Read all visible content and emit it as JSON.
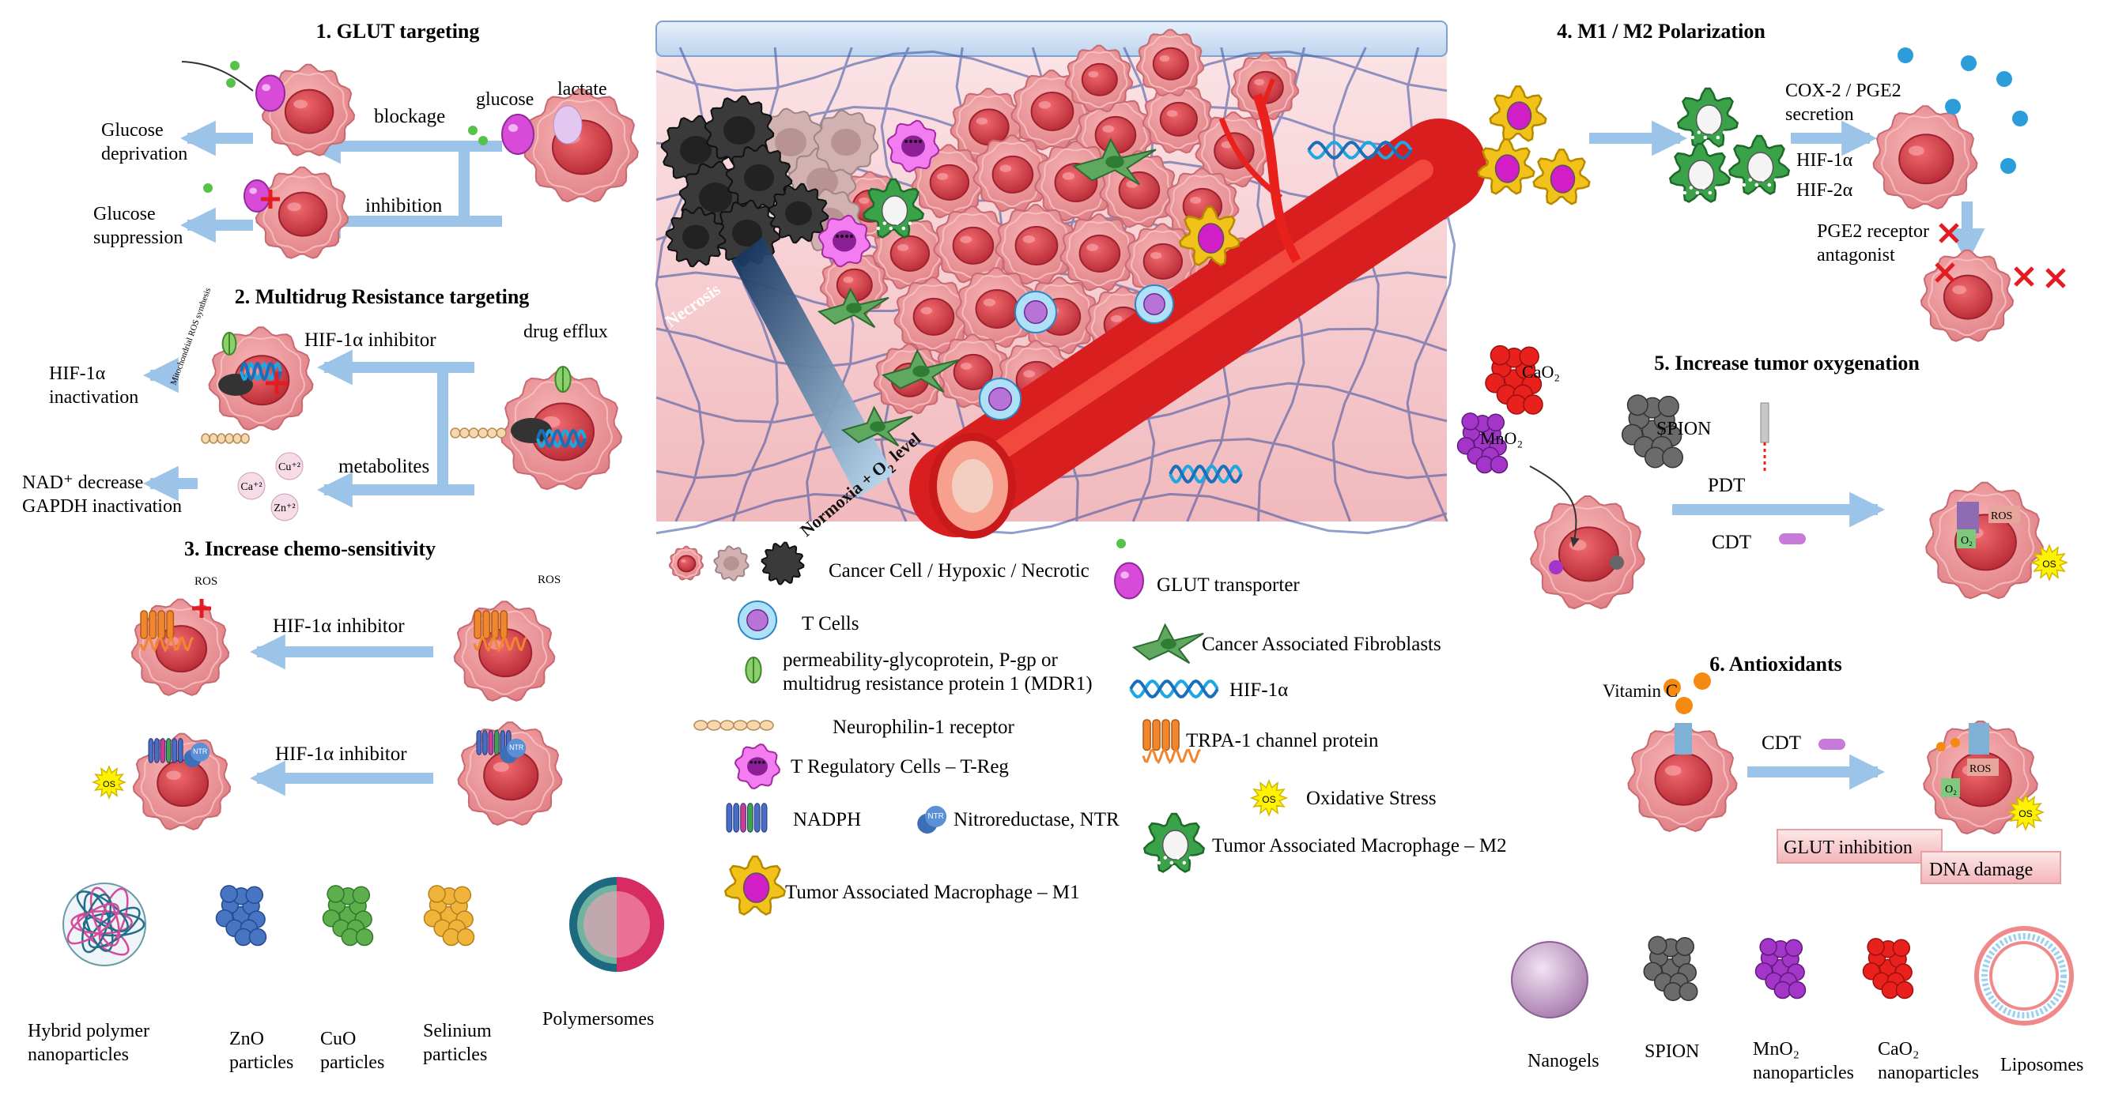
{
  "colors": {
    "cell": "#e98a8f",
    "nucleus": "#d94a55",
    "arrow": "#9cc3e8",
    "vessel": "#e8211d",
    "necrotic": "#333333",
    "hypoxic": "#c7a8a8",
    "mesh": "#3a4fa0",
    "glut": "#d84bd8",
    "m2": "#3aa34a",
    "m1": "#f2c21b",
    "tcell": "#5fa7dc",
    "caf": "#4f9a52",
    "pink_box": "#f7c9cc"
  },
  "panel1": {
    "title": "1. GLUT targeting",
    "blockage": "blockage",
    "inhibition": "inhibition",
    "glucose": "glucose",
    "lactate": "lactate",
    "out1": "Glucose\ndeprivation",
    "out2": "Glucose\nsuppression"
  },
  "panel2": {
    "title": "2. Multidrug Resistance targeting",
    "inhibitor": "HIF-1α inhibitor",
    "efflux": "drug efflux",
    "metabolites": "metabolites",
    "out1": "HIF-1α\ninactivation",
    "out2": "NAD⁺ decrease\nGAPDH inactivation",
    "mito": "Mitochondrial\nROS synthesis",
    "cu": "Cu⁺²",
    "ca": "Ca⁺²",
    "zn": "Zn⁺²"
  },
  "panel3": {
    "title": "3. Increase chemo-sensitivity",
    "inhibitor1": "HIF-1α inhibitor",
    "inhibitor2": "HIF-1α inhibitor",
    "ros": "ROS",
    "os": "OS"
  },
  "panel4": {
    "title": "4. M1 / M2 Polarization",
    "secretion": "COX-2 / PGE2\nsecretion",
    "hif1": "HIF-1α",
    "hif2": "HIF-2α",
    "antagonist": "PGE2 receptor\nantagonist"
  },
  "panel5": {
    "title": "5. Increase tumor oxygenation",
    "cao2": "CaO₂",
    "mno2": "MnO₂",
    "spion": "SPION",
    "pdt": "PDT",
    "cdt": "CDT",
    "ros": "ROS",
    "o2": "O₂",
    "os": "OS"
  },
  "panel6": {
    "title": "6. Antioxidants",
    "vitc": "Vitamin C",
    "cdt": "CDT",
    "ros": "ROS",
    "o2": "O₂",
    "os": "OS",
    "glut_inh": "GLUT inhibition",
    "dna": "DNA damage"
  },
  "center": {
    "necrosis": "Necrosis",
    "normoxia": "Normoxia + O₂ level"
  },
  "legend": {
    "cancer": "Cancer Cell / Hypoxic / Necrotic",
    "glut": "GLUT transporter",
    "tcells": "T Cells",
    "caf": "Cancer Associated Fibroblasts",
    "pgp": "permeability-glycoprotein, P-gp or\nmultidrug resistance protein 1 (MDR1)",
    "hif": "HIF-1α",
    "nrp": "Neurophilin-1 receptor",
    "trpa": "TRPA-1 channel protein",
    "treg": "T Regulatory Cells – T-Reg",
    "os_label": "Oxidative Stress",
    "os": "OS",
    "nadph": "NADPH",
    "ntr": "Nitroreductase, NTR",
    "ntr_icon": "NTR",
    "m2": "Tumor Associated Macrophage – M2",
    "m1": "Tumor Associated Macrophage – M1"
  },
  "particles_left": [
    {
      "name": "Hybrid polymer\nnanoparticles"
    },
    {
      "name": "ZnO\nparticles"
    },
    {
      "name": "CuO\nparticles"
    },
    {
      "name": "Selinium\nparticles"
    },
    {
      "name": "Polymersomes"
    }
  ],
  "particles_right": [
    {
      "name": "Nanogels"
    },
    {
      "name": "SPION"
    },
    {
      "name": "MnO₂\nnanoparticles"
    },
    {
      "name": "CaO₂\nnanoparticles"
    },
    {
      "name": "Liposomes"
    }
  ]
}
